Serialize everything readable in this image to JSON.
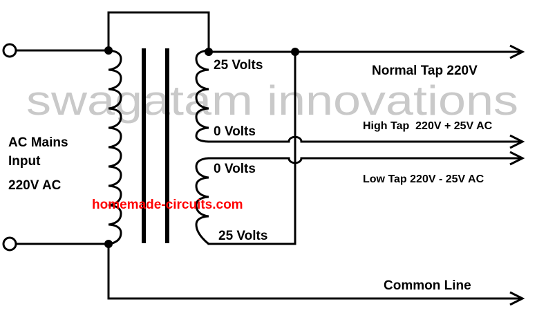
{
  "watermark": "swagatam innovations",
  "website": "homemade-circuits.com",
  "colors": {
    "wire": "#000000",
    "watermark": "#c9c9c9",
    "website": "#ff0000",
    "background": "#ffffff"
  },
  "input": {
    "line1": "AC Mains",
    "line2": "Input",
    "voltage": "220V AC"
  },
  "secondary": {
    "top_voltage": "25 Volts",
    "mid1_voltage": "0 Volts",
    "mid2_voltage": "0 Volts",
    "bottom_voltage": "25 Volts"
  },
  "outputs": {
    "normal_tap": "Normal Tap 220V",
    "high_tap": "High Tap  220V + 25V AC",
    "low_tap": "Low Tap 220V - 25V AC",
    "common_line": "Common Line"
  }
}
